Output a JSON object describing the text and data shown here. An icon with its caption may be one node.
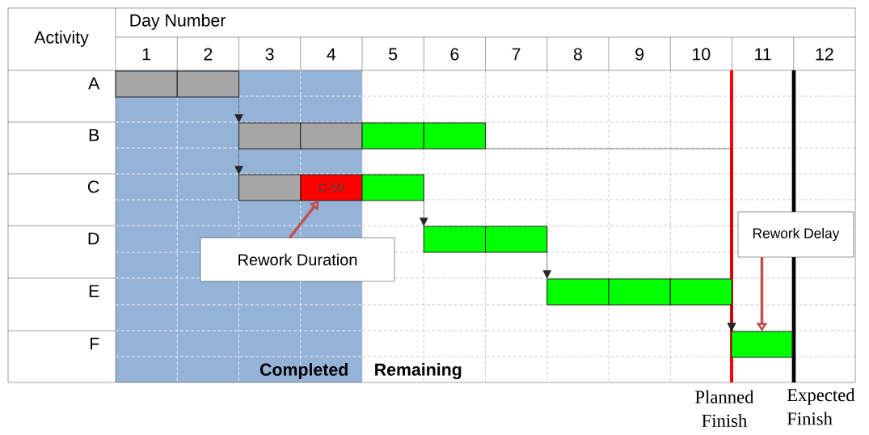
{
  "diagram": {
    "nodes": [
      {
        "text": [],
        "shape": "box"
      },
      {
        "text": [],
        "shape": "box"
      },
      {
        "text": [],
        "shape": "box"
      },
      {
        "text": [],
        "shape": "box"
      },
      {
        "text": [],
        "shape": "box"
      },
      {
        "text": [],
        "shape": "box"
      },
      {
        "text": [],
        "shape": "box"
      },
      {
        "text": [
          "C-50"
        ]
      },
      {
        "text": [],
        "shape": "box"
      },
      {
        "text": [],
        "shape": "box"
      },
      {
        "text": [],
        "shape": "box"
      },
      {
        "text": [],
        "shape": "box"
      },
      {
        "text": [],
        "shape": "box"
      },
      {
        "text": [],
        "shape": "box"
      },
      {
        "text": [],
        "shape": "box"
      },
      {
        "text": [
          "Rework Duration"
        ]
      },
      {
        "text": [
          "Rework Delay"
        ]
      }
    ],
    "edges": [
      {
        "from": 1,
        "to": 2,
        "arrow": "to"
      },
      {
        "from": 2,
        "to": 6,
        "arrow": "to"
      },
      {
        "from": 8,
        "to": 9,
        "arrow": "to"
      },
      {
        "from": 10,
        "to": 11,
        "arrow": "to"
      },
      {
        "from": 5,
        "to": 14,
        "arrow": "to"
      },
      {
        "from": 13,
        "to": 14,
        "arrow": "to"
      },
      {
        "from": 15,
        "to": 7,
        "arrow": "to",
        "style": "thick",
        "color": "#c0504d"
      },
      {
        "from": 16,
        "to": 14,
        "arrow": "to",
        "style": "thick",
        "color": "#c0504d"
      }
    ],
    "labels": [
      "Activity",
      "Day Number",
      "1",
      "2",
      "3",
      "4",
      "5",
      "6",
      "7",
      "8",
      "9",
      "10",
      "11",
      "12",
      "A",
      "B",
      "C",
      "D",
      "E",
      "F",
      "Completed",
      "Remaining",
      "Planned Finish",
      "Expected Finish"
    ]
  }
}
